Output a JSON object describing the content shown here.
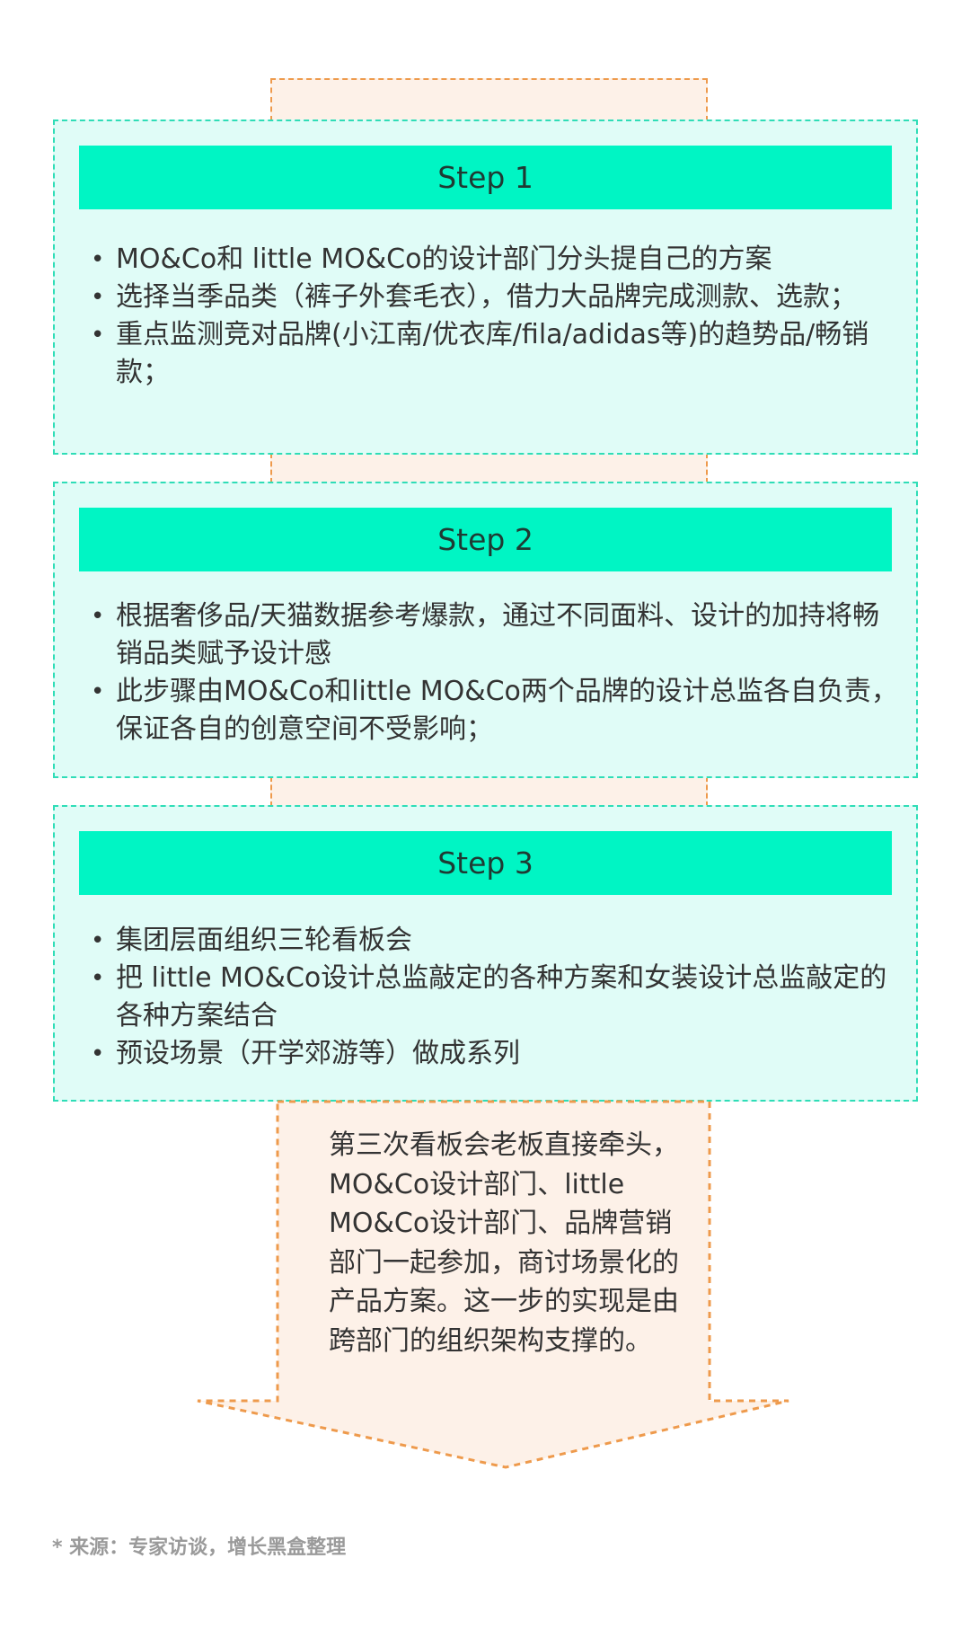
{
  "colors": {
    "header_fill": "#00F5C4",
    "step_box_bg": "#E0FCF7",
    "step_box_border": "#2FDDB7",
    "connector_bg": "#FDF1E8",
    "connector_border": "#EE9A4C",
    "footnote": "#9A9A9A"
  },
  "steps": [
    {
      "title": "Step 1",
      "bullets": [
        "MO&Co和 little MO&Co的设计部门分头提自己的方案",
        "选择当季品类（裤子外套毛衣），借力大品牌完成测款、选款；",
        "重点监测竞对品牌(小江南/优衣库/fila/adidas等)的趋势品/畅销款；"
      ]
    },
    {
      "title": "Step 2",
      "bullets": [
        "根据奢侈品/天猫数据参考爆款，通过不同面料、设计的加持将畅销品类赋予设计感",
        "此步骤由MO&Co和little MO&Co两个品牌的设计总监各自负责，保证各自的创意空间不受影响；"
      ]
    },
    {
      "title": "Step 3",
      "bullets": [
        "集团层面组织三轮看板会",
        "把 little MO&Co设计总监敲定的各种方案和女装设计总监敲定的各种方案结合",
        "预设场景（开学郊游等）做成系列"
      ]
    }
  ],
  "arrow": {
    "text": "第三次看板会老板直接牵头，MO&Co设计部门、little MO&Co设计部门、品牌营销部门一起参加，商讨场景化的产品方案。这一步的实现是由跨部门的组织架构支撑的。"
  },
  "footnote": "* 来源：专家访谈，增长黑盒整理"
}
